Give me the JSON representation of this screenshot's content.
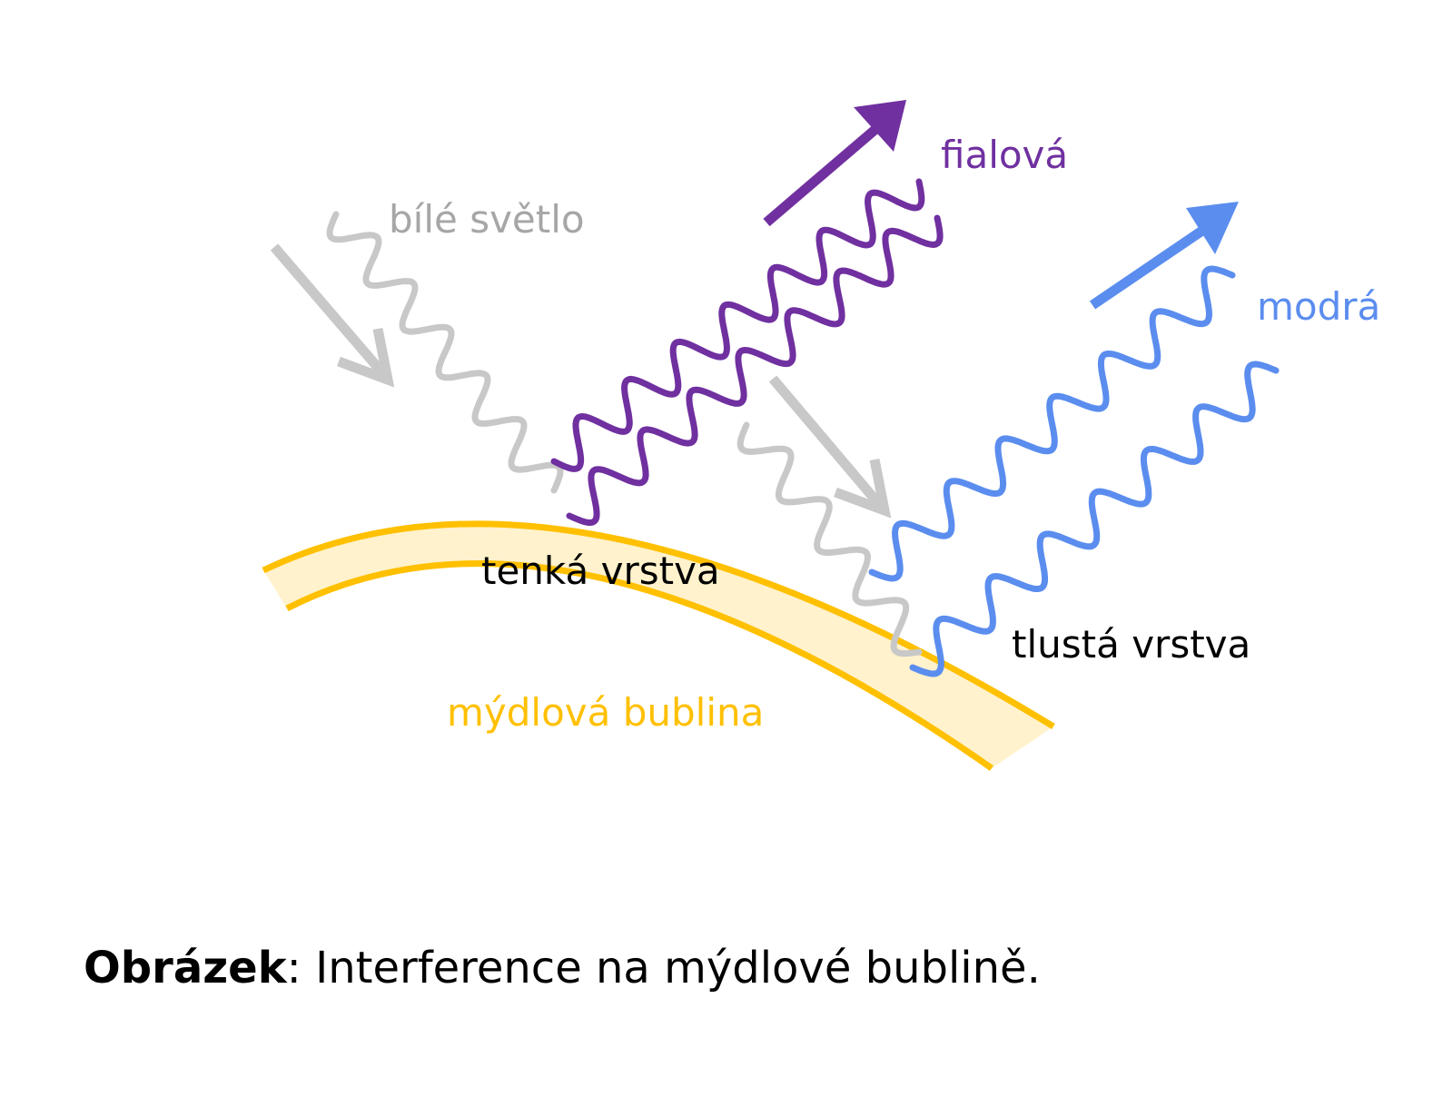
{
  "colors": {
    "bubble": "#FFC000",
    "bubble_fill": "#FFF2CC",
    "white_light": "#C8C8C8",
    "white_light_label": "#A6A6A6",
    "violet": "#7030A0",
    "blue": "#5B8DEF",
    "text": "#000000"
  },
  "labels": {
    "white_light": "bílé světlo",
    "violet": "fialová",
    "blue": "modrá",
    "thin_layer": "tenká vrstva",
    "thick_layer": "tlustá vrstva",
    "bubble": "mýdlová bublina"
  },
  "caption": {
    "bold": "Obrázek",
    "rest": ": Interference na mýdlové bublině."
  }
}
